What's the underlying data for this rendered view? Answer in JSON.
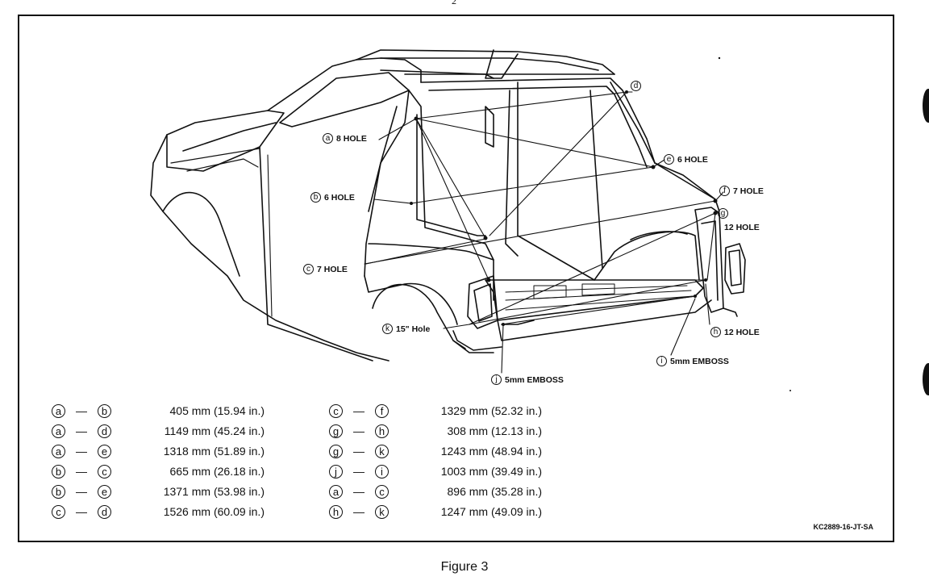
{
  "page_mark": "2",
  "figure_caption": "Figure 3",
  "reference_code": "KC2889-16-JT-SA",
  "callouts": {
    "a": {
      "letter": "a",
      "text": "8 HOLE"
    },
    "b": {
      "letter": "b",
      "text": "6 HOLE"
    },
    "c": {
      "letter": "c",
      "text": "7 HOLE"
    },
    "d": {
      "letter": "d",
      "text": ""
    },
    "e": {
      "letter": "e",
      "text": "6 HOLE"
    },
    "f": {
      "letter": "f",
      "text": "7 HOLE"
    },
    "g": {
      "letter": "g",
      "text": "12 HOLE"
    },
    "h": {
      "letter": "h",
      "text": "12 HOLE"
    },
    "i": {
      "letter": "i",
      "text": "5mm EMBOSS"
    },
    "j": {
      "letter": "j",
      "text": "5mm EMBOSS"
    },
    "k": {
      "letter": "k",
      "text": "15\" Hole"
    }
  },
  "legend": {
    "dash": "—",
    "left": [
      {
        "from": "a",
        "to": "b",
        "dist": "405 mm (15.94 in.)"
      },
      {
        "from": "a",
        "to": "d",
        "dist": "1149 mm (45.24 in.)"
      },
      {
        "from": "a",
        "to": "e",
        "dist": "1318 mm (51.89 in.)"
      },
      {
        "from": "b",
        "to": "c",
        "dist": "665 mm (26.18 in.)"
      },
      {
        "from": "b",
        "to": "e",
        "dist": "1371 mm (53.98 in.)"
      },
      {
        "from": "c",
        "to": "d",
        "dist": "1526 mm (60.09 in.)"
      }
    ],
    "right": [
      {
        "from": "c",
        "to": "f",
        "dist": "1329 mm (52.32 in.)"
      },
      {
        "from": "g",
        "to": "h",
        "dist": "308 mm (12.13 in.)"
      },
      {
        "from": "g",
        "to": "k",
        "dist": "1243 mm (48.94 in.)"
      },
      {
        "from": "j",
        "to": "i",
        "dist": "1003 mm (39.49 in.)"
      },
      {
        "from": "a",
        "to": "c",
        "dist": "896 mm (35.28 in.)"
      },
      {
        "from": "h",
        "to": "k",
        "dist": "1247 mm (49.09 in.)"
      }
    ]
  }
}
